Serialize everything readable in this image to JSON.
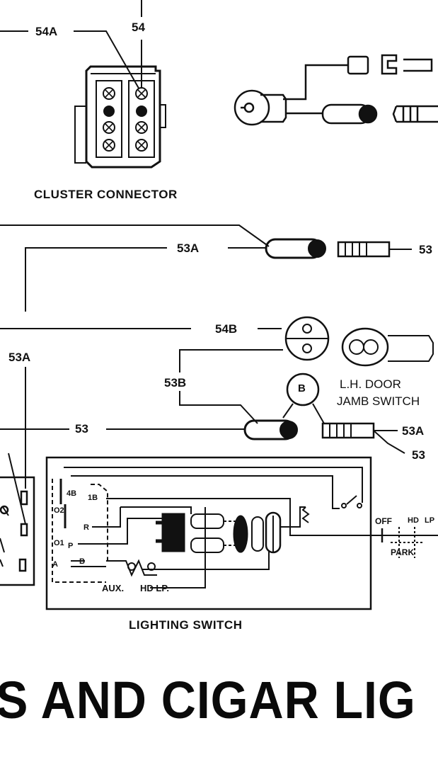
{
  "labels": {
    "wire_54a_top": "54A",
    "wire_54_top": "54",
    "cluster_connector": "CLUSTER CONNECTOR",
    "wire_53a_mid": "53A",
    "wire_53_right": "53",
    "wire_54b": "54B",
    "wire_53a_left": "53A",
    "wire_53b": "53B",
    "ground_b": "B",
    "lh_door_line1": "L.H. DOOR",
    "lh_door_line2": "JAMB SWITCH",
    "wire_53_lower": "53",
    "wire_53a_lower": "53A",
    "wire_53_lower_right": "53",
    "lighting_switch": "LIGHTING SWITCH",
    "switch_off": "OFF",
    "switch_hd": "HD",
    "switch_lp": "LP",
    "switch_park": "PARK",
    "switch_aux": "AUX.",
    "switch_hd_lp": "HD LP.",
    "term_o2": "O2",
    "term_4b": "4B",
    "term_o1": "O1",
    "term_1b": "1B",
    "term_r": "R",
    "term_p": "P",
    "term_a": "A",
    "term_b": "B",
    "headline": "S AND CIGAR LIG"
  }
}
